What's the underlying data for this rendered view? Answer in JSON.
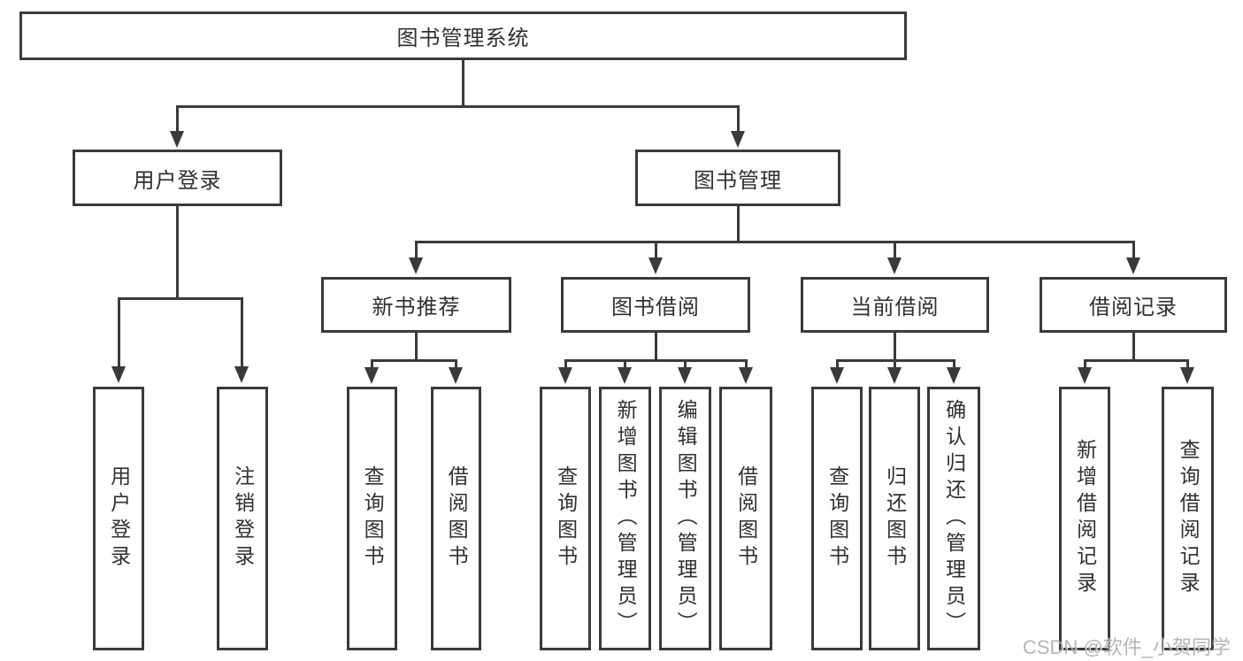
{
  "colors": {
    "line": "#3a3a3a",
    "box_border": "#3a3a3a",
    "text": "#303030",
    "background": "#ffffff",
    "watermark_text": "#a3a3a3"
  },
  "watermark": {
    "text": "CSDN @软件_小贺同学"
  },
  "tree": {
    "label": "图书管理系统",
    "children": [
      {
        "label": "用户登录",
        "children": [
          {
            "label": "用户登录"
          },
          {
            "label": "注销登录"
          }
        ]
      },
      {
        "label": "图书管理",
        "children": [
          {
            "label": "新书推荐",
            "children": [
              {
                "label": "查询图书"
              },
              {
                "label": "借阅图书"
              }
            ]
          },
          {
            "label": "图书借阅",
            "children": [
              {
                "label": "查询图书"
              },
              {
                "label": "新增图书（管理员）"
              },
              {
                "label": "编辑图书（管理员）"
              },
              {
                "label": "借阅图书"
              }
            ]
          },
          {
            "label": "当前借阅",
            "children": [
              {
                "label": "查询图书"
              },
              {
                "label": "归还图书"
              },
              {
                "label": "确认归还（管理员）"
              }
            ]
          },
          {
            "label": "借阅记录",
            "children": [
              {
                "label": "新增借阅记录"
              },
              {
                "label": "查询借阅记录"
              }
            ]
          }
        ]
      }
    ]
  }
}
